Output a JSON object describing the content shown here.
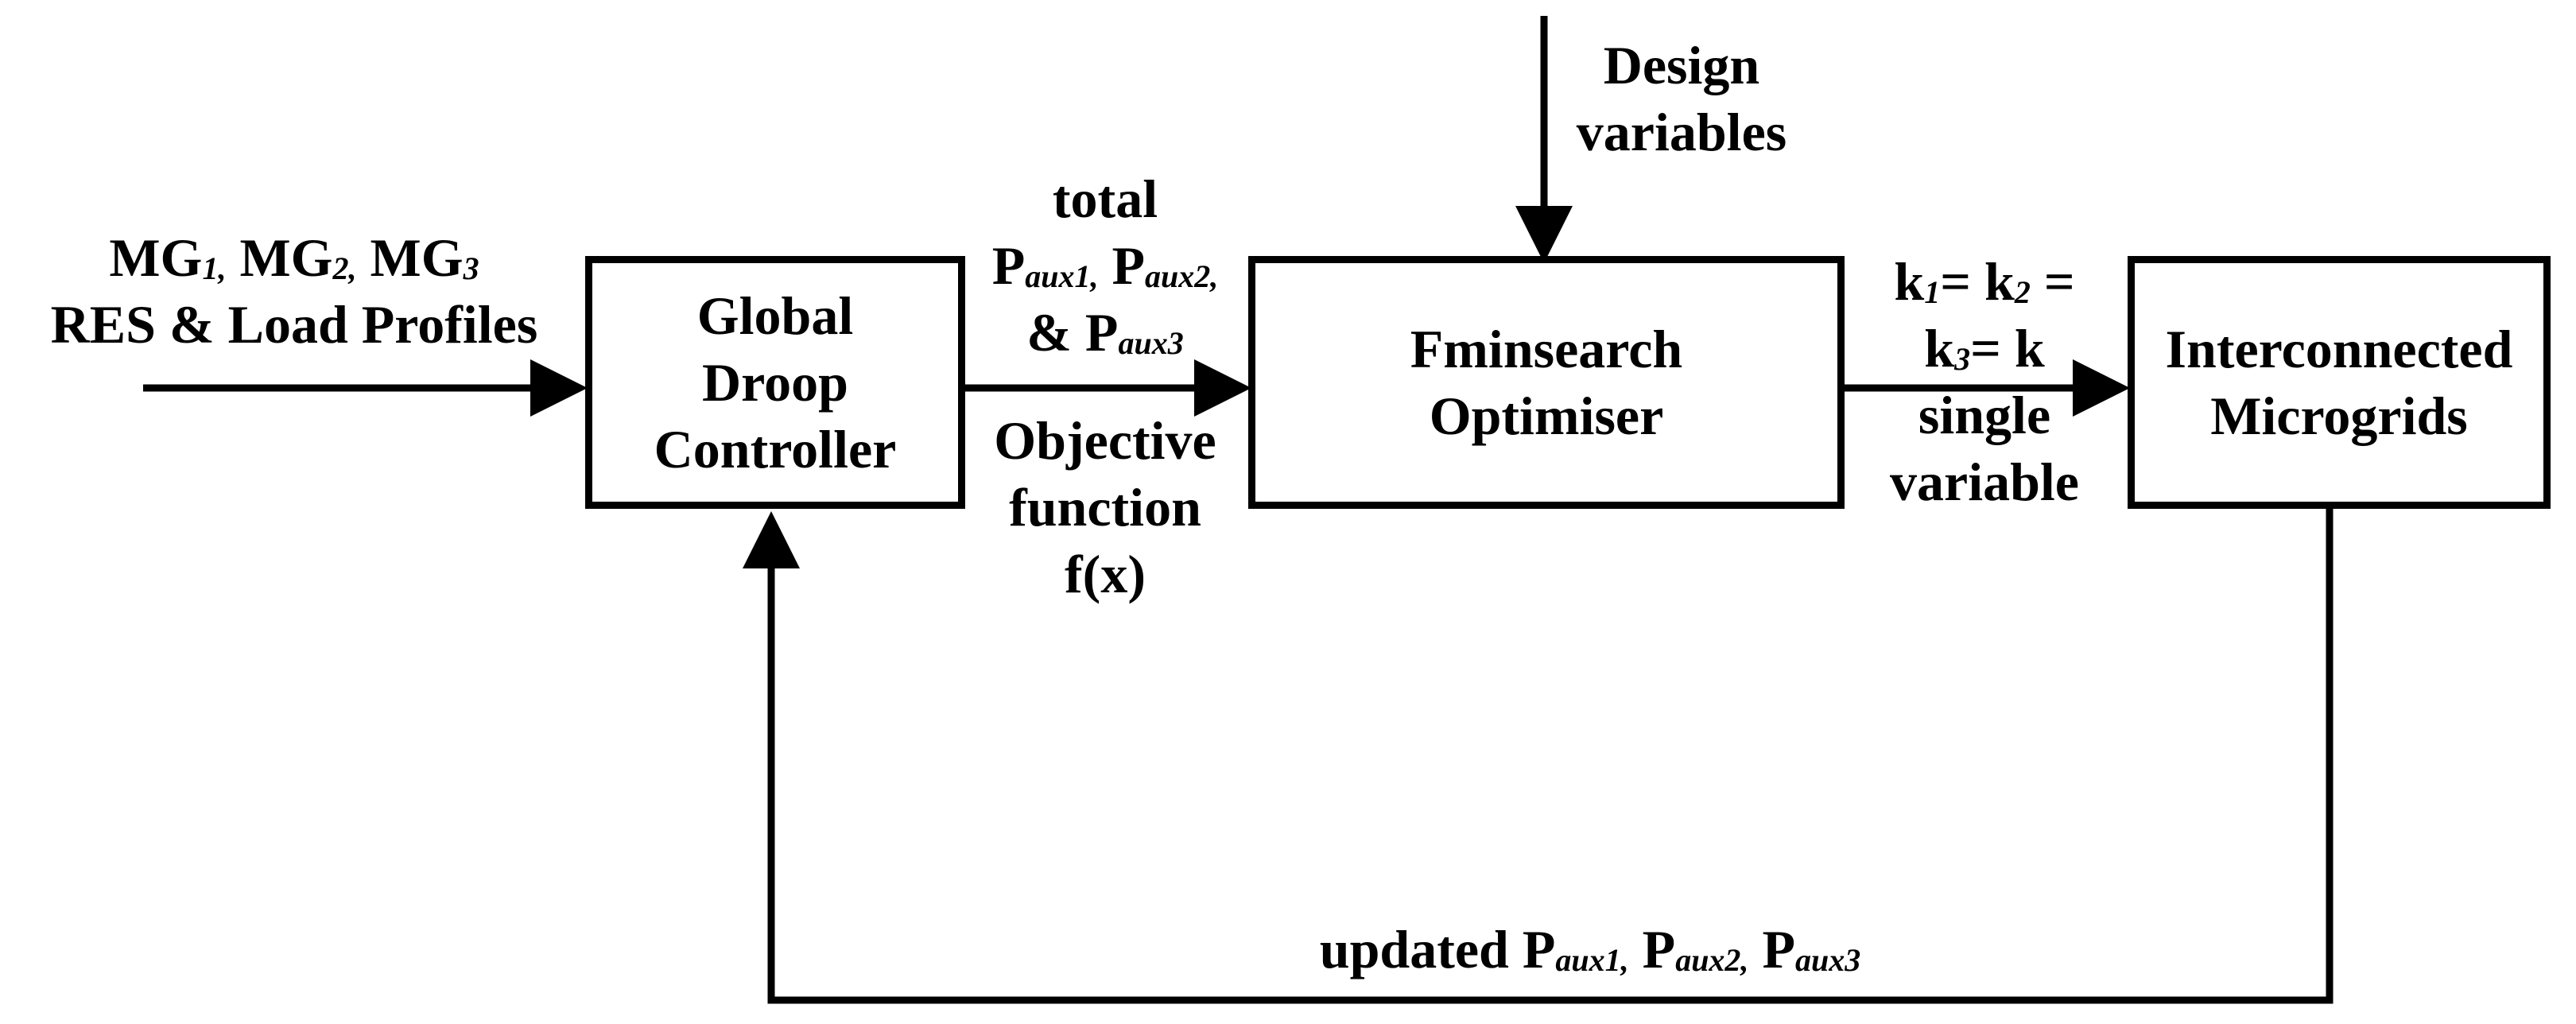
{
  "inputs": {
    "line1": {
      "a": "MG",
      "a_sub": "1,",
      "b": "MG",
      "b_sub": "2,",
      "c": "MG",
      "c_sub": "3"
    },
    "line2": "RES & Load Profiles"
  },
  "blocks": {
    "global_droop": [
      "Global",
      "Droop",
      "Controller"
    ],
    "fminsearch": [
      "Fminsearch",
      "Optimiser"
    ],
    "microgrids": [
      "Interconnected",
      "Microgrids"
    ]
  },
  "edge_labels": {
    "total_above": {
      "line1": "total",
      "p1": "P",
      "p1_sub": "aux1,",
      "p2": "P",
      "p2_sub": "aux2,",
      "amp": "& P",
      "p3_sub": "aux3"
    },
    "objective_below": [
      "Objective",
      "function",
      "f(x)"
    ],
    "design_vars": [
      "Design",
      "variables"
    ],
    "k_label": {
      "k1": "k",
      "k1_sub": "1",
      "eq1": "= k",
      "k2_sub": "2",
      "eq2": "=",
      "k3": "k",
      "k3_sub": "3",
      "eq3": "= k",
      "line3": "single",
      "line4": "variable"
    },
    "feedback": {
      "prefix": "updated P",
      "s1": "aux1,",
      "p2": " P",
      "s2": "aux2,",
      "p3": " P",
      "s3": "aux3"
    }
  }
}
